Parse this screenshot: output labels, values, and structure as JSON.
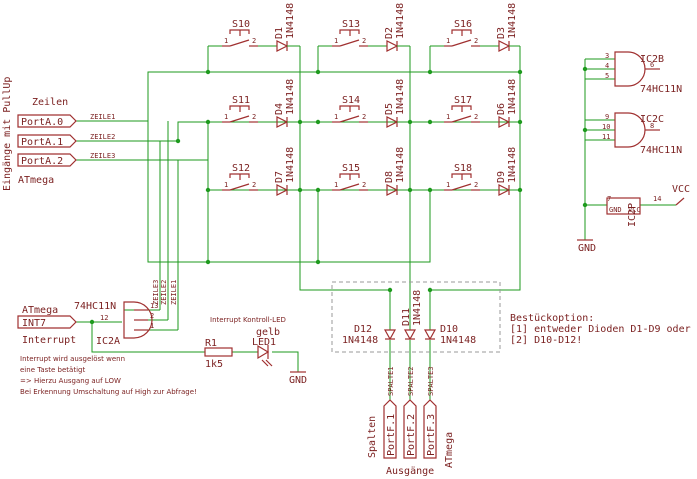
{
  "switches": [
    "S10",
    "S13",
    "S16",
    "S11",
    "S14",
    "S17",
    "S12",
    "S15",
    "S18"
  ],
  "row_diodes": [
    "D1",
    "D2",
    "D3",
    "D4",
    "D5",
    "D6",
    "D7",
    "D8",
    "D9"
  ],
  "col_diodes": [
    "D12",
    "D11",
    "D10"
  ],
  "diode_type": "1N4148",
  "pin1": "1",
  "pin2": "2",
  "rows_label": "Zeilen",
  "side_label": "Eingänge mit PullUp",
  "port_a": [
    "PortA.0",
    "PortA.1",
    "PortA.2"
  ],
  "atmega": "ATmega",
  "zeile": [
    "ZEILE1",
    "ZEILE2",
    "ZEILE3"
  ],
  "ic2a": {
    "name": "IC2A",
    "type": "74HC11N",
    "pins": [
      "13",
      "2",
      "1",
      "12"
    ]
  },
  "ic2b": {
    "name": "IC2B",
    "type": "74HC11N",
    "pins": [
      "3",
      "4",
      "5",
      "6"
    ]
  },
  "ic2c": {
    "name": "IC2C",
    "type": "74HC11N",
    "pins": [
      "9",
      "10",
      "11",
      "8"
    ]
  },
  "ic2p": {
    "name": "IC2P",
    "pins": [
      "7",
      "14"
    ],
    "gnd": "GND",
    "vcc": "VCC"
  },
  "vcc": "VCC",
  "gnd": "GND",
  "int_label": "ATmega",
  "int_net": "INT7",
  "interrupt": "Interrupt",
  "int_note": [
    "Interrupt wird ausgelöst wenn",
    "eine Taste betätigt",
    "=> Hierzu Ausgang auf LOW",
    "Bei Erkennung Umschaltung auf High zur Abfrage!"
  ],
  "led_title": "Interrupt Kontroll-LED",
  "r1": {
    "name": "R1",
    "value": "1k5"
  },
  "led1": {
    "name": "LED1",
    "color": "gelb"
  },
  "option_title": "Bestückoption:",
  "option_lines": [
    "[1] entweder Dioden D1-D9 oder",
    "[2] D10-D12!"
  ],
  "spalte": [
    "SPALTE1",
    "SPALTE2",
    "SPALTE3"
  ],
  "port_f": [
    "PortF.1",
    "PortF.2",
    "PortF.3"
  ],
  "spalten": "Spalten",
  "ausgaenge": "Ausgänge",
  "atmega_v": "ATmega"
}
